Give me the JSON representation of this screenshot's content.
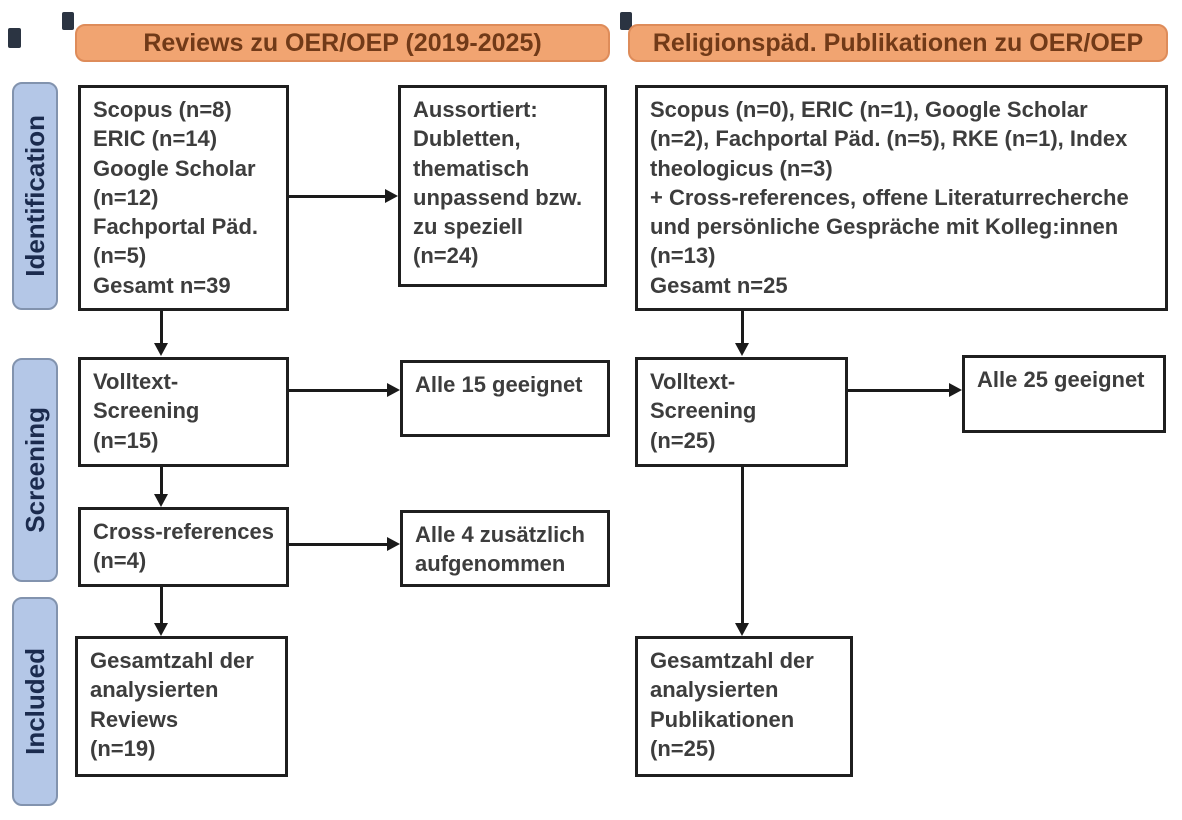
{
  "headers": {
    "left": "Reviews zu OER/OEP (2019-2025)",
    "right": "Religionspäd. Publikationen zu OER/OEP"
  },
  "stages": {
    "identification": "Identification",
    "screening": "Screening",
    "included": "Included"
  },
  "left_flow": {
    "sources": "Scopus (n=8)\nERIC (n=14)\nGoogle Scholar (n=12)\nFachportal Päd. (n=5)\nGesamt n=39",
    "excluded": "Aussortiert:\nDubletten,\nthematisch\nunpassend bzw.\nzu speziell\n(n=24)",
    "fulltext": "Volltext-\nScreening\n(n=15)",
    "fulltext_result": "Alle 15 geeignet",
    "crossref": "Cross-references\n(n=4)",
    "crossref_result": "Alle 4 zusätzlich\naufgenommen",
    "total": "Gesamtzahl der\nanalysierten\nReviews\n(n=19)"
  },
  "right_flow": {
    "sources": "Scopus (n=0), ERIC (n=1), Google Scholar (n=2), Fachportal Päd. (n=5), RKE (n=1), Index theologicus (n=3)\n+ Cross-references, offene Literaturrecherche und persönliche Gespräche mit Kolleg:innen (n=13)\nGesamt n=25",
    "fulltext": "Volltext-\nScreening\n(n=25)",
    "fulltext_result": "Alle 25 geeignet",
    "total": "Gesamtzahl der\nanalysierten\nPublikationen\n(n=25)"
  },
  "colors": {
    "header_fill": "#F1A471",
    "header_border": "#DE8C5A",
    "header_text": "#713A18",
    "stage_fill": "#B4C7E7",
    "stage_border": "#8293AE",
    "stage_text": "#1B2B4E",
    "box_border": "#1F1F1F",
    "box_text": "#3D3D3D",
    "arrow": "#1A1A1A"
  }
}
